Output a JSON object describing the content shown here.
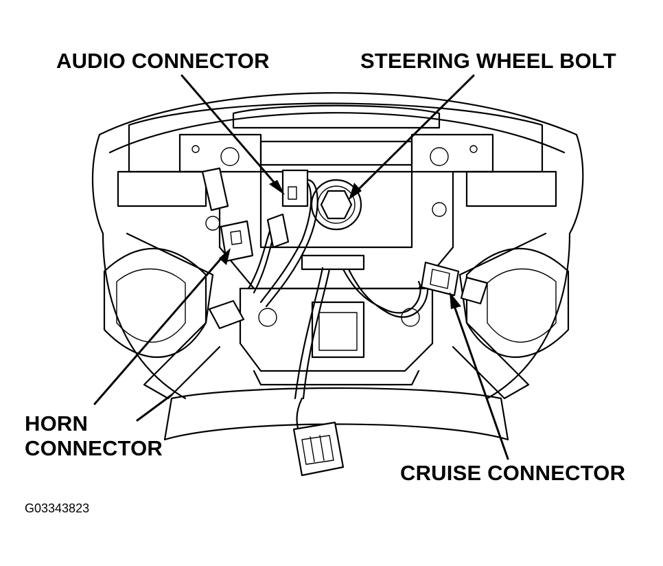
{
  "labels": {
    "audio_connector": "AUDIO CONNECTOR",
    "steering_wheel_bolt": "STEERING WHEEL BOLT",
    "horn_connector_line1": "HORN",
    "horn_connector_line2": "CONNECTOR",
    "cruise_connector": "CRUISE CONNECTOR"
  },
  "figure_id": "G03343823"
}
